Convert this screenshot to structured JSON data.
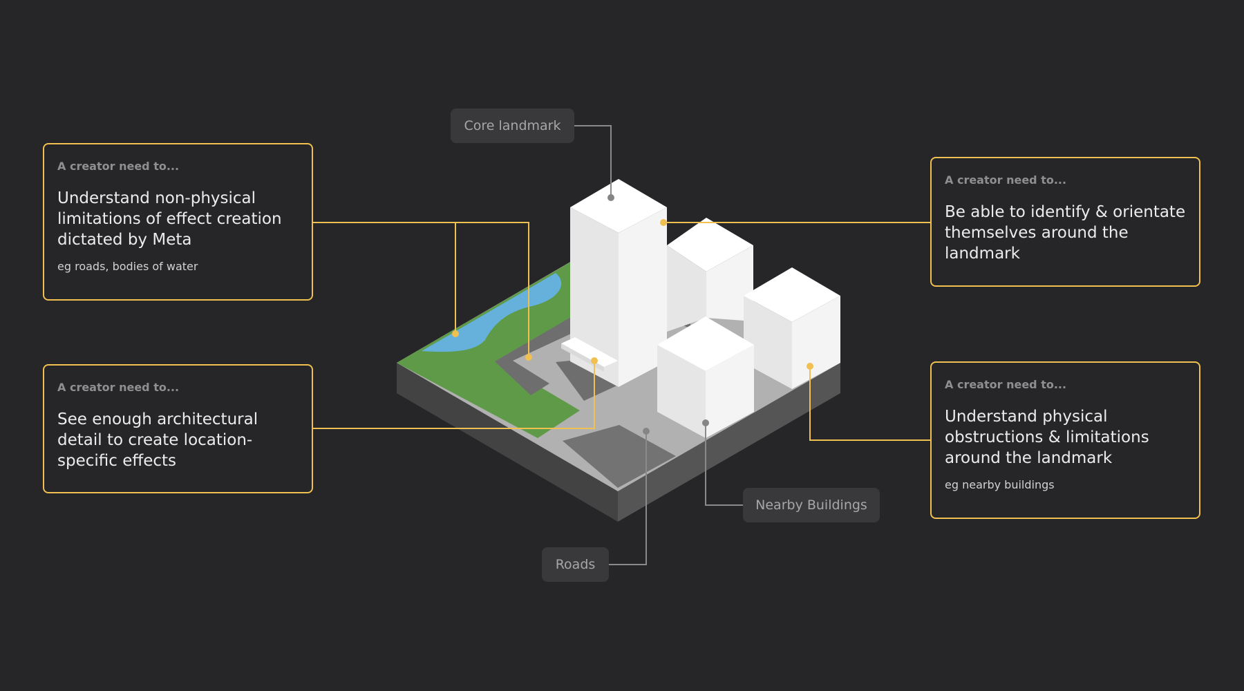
{
  "colors": {
    "background": "#262629",
    "accent": "#f0c050",
    "label_background": "#39393c",
    "grass": "#5f9a48",
    "water": "#66b0dc",
    "road": "#b1b1b1",
    "building": "#ffffff"
  },
  "cards": [
    {
      "eyebrow": "A creator need to...",
      "heading": "Understand non-physical limitations of effect creation dictated by Meta",
      "note": "eg roads, bodies of water"
    },
    {
      "eyebrow": "A creator need to...",
      "heading": "See enough architectural detail to create location-specific effects",
      "note": ""
    },
    {
      "eyebrow": "A creator need to...",
      "heading": "Be able to identify & orientate themselves around the landmark",
      "note": ""
    },
    {
      "eyebrow": "A creator need to...",
      "heading": "Understand physical obstructions & limitations around the landmark",
      "note": "eg nearby buildings"
    }
  ],
  "labels": {
    "core_landmark": "Core landmark",
    "nearby_buildings": "Nearby Buildings",
    "roads": "Roads"
  }
}
